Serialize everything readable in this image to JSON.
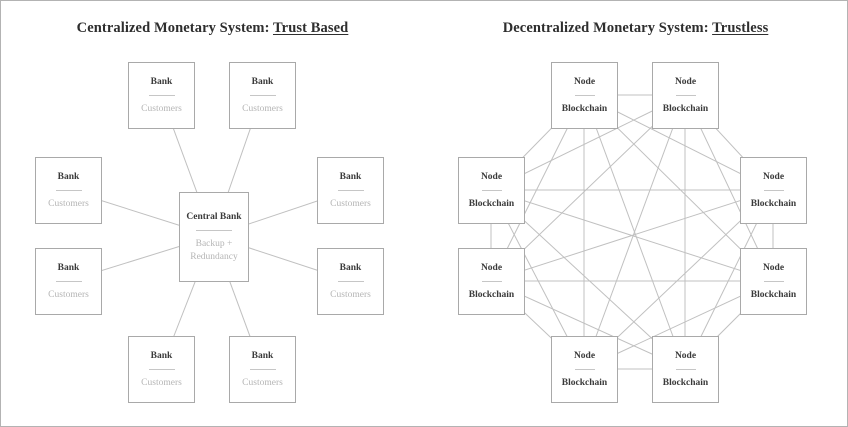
{
  "left_diagram": {
    "title_prefix": "Centralized Monetary System: ",
    "title_emphasis": "Trust Based",
    "hub": {
      "title": "Central Bank",
      "subtitle": "Backup + Redundancy"
    },
    "satellites": [
      {
        "title": "Bank",
        "subtitle": "Customers"
      },
      {
        "title": "Bank",
        "subtitle": "Customers"
      },
      {
        "title": "Bank",
        "subtitle": "Customers"
      },
      {
        "title": "Bank",
        "subtitle": "Customers"
      },
      {
        "title": "Bank",
        "subtitle": "Customers"
      },
      {
        "title": "Bank",
        "subtitle": "Customers"
      },
      {
        "title": "Bank",
        "subtitle": "Customers"
      },
      {
        "title": "Bank",
        "subtitle": "Customers"
      }
    ]
  },
  "right_diagram": {
    "title_prefix": "Decentralized Monetary System: ",
    "title_emphasis": "Trustless",
    "nodes": [
      {
        "title": "Node",
        "subtitle": "Blockchain"
      },
      {
        "title": "Node",
        "subtitle": "Blockchain"
      },
      {
        "title": "Node",
        "subtitle": "Blockchain"
      },
      {
        "title": "Node",
        "subtitle": "Blockchain"
      },
      {
        "title": "Node",
        "subtitle": "Blockchain"
      },
      {
        "title": "Node",
        "subtitle": "Blockchain"
      },
      {
        "title": "Node",
        "subtitle": "Blockchain"
      },
      {
        "title": "Node",
        "subtitle": "Blockchain"
      }
    ]
  },
  "colors": {
    "frame_border": "#b3b3b3",
    "box_border": "#a9a9a9",
    "connector": "#c0c0c0",
    "title_text": "#2e2e2e",
    "box_title_text": "#3a3a3a",
    "muted_text": "#b5b5b5",
    "divider": "#c6c6c6"
  }
}
